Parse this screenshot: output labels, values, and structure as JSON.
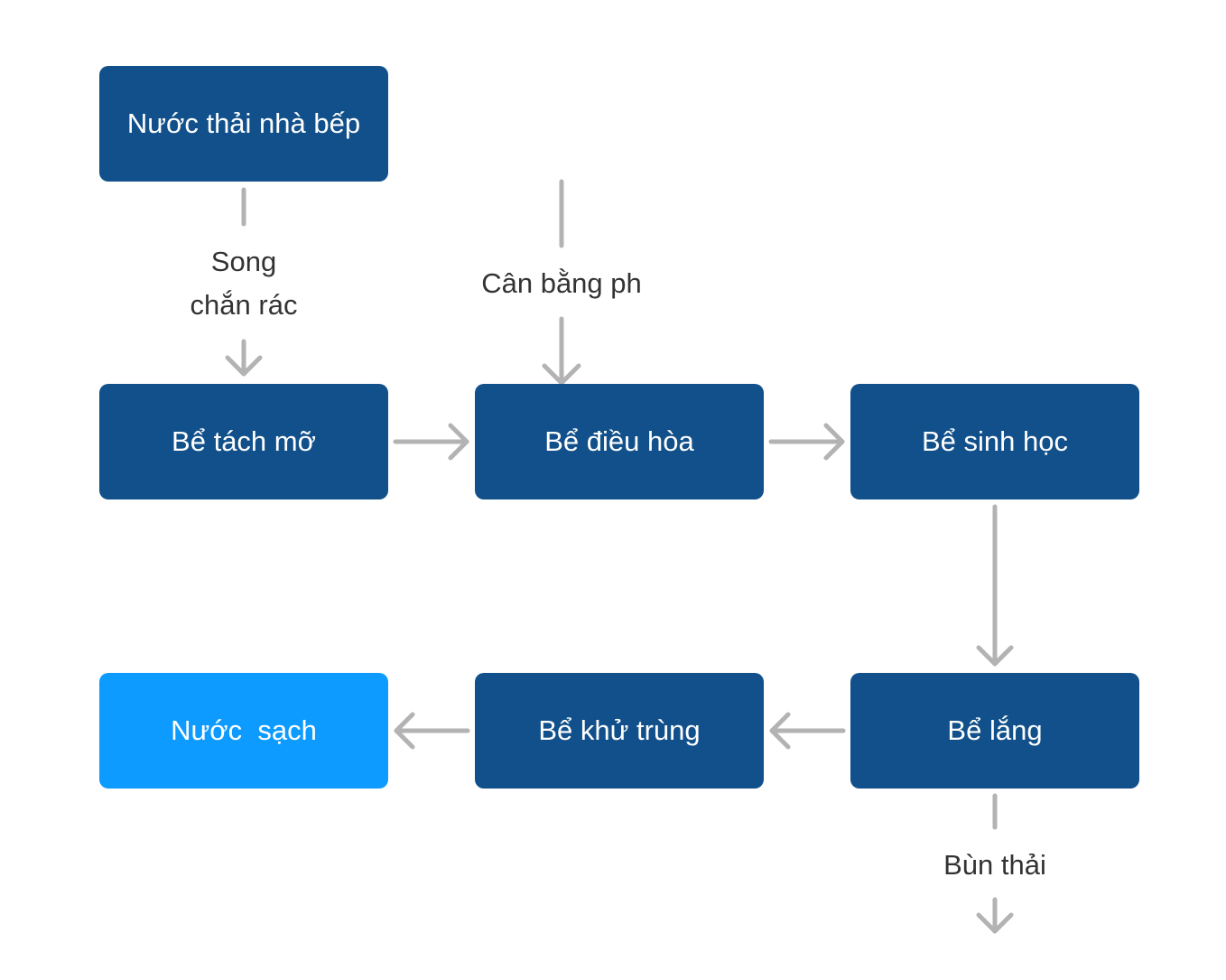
{
  "nodes": {
    "kitchen_wastewater": "Nước thải nhà bếp",
    "grease_trap": "Bể tách mỡ",
    "equalization_tank": "Bể điều hòa",
    "biological_tank": "Bể sinh học",
    "settling_tank": "Bể lắng",
    "disinfection_tank": "Bể khử trùng",
    "clean_water": "Nước  sạch"
  },
  "labels": {
    "screen_line1": "Song",
    "screen_line2": "chắn rác",
    "ph_balance": "Cân bằng ph",
    "sludge": "Bùn thải"
  },
  "colors": {
    "box": "#11508a",
    "final_box": "#0e9bff",
    "arrow": "#b3b3b3",
    "label_text": "#333333"
  }
}
